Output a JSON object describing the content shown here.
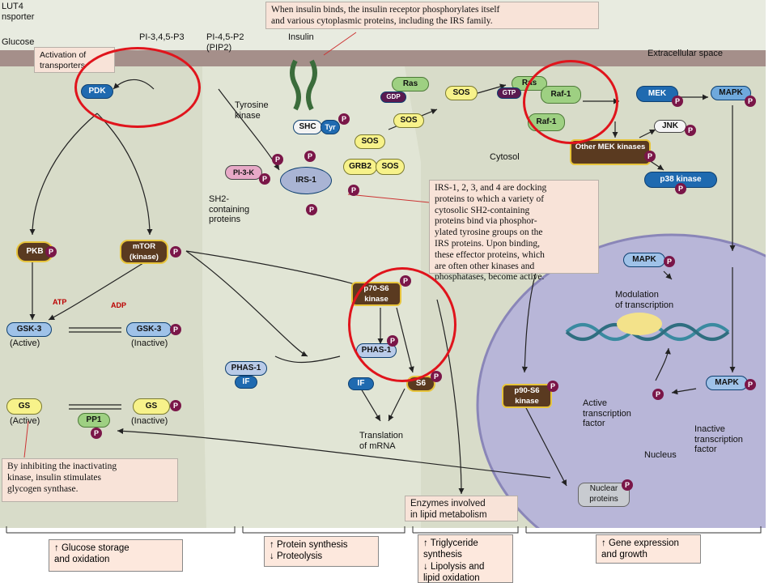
{
  "labels": {
    "glut4": "LUT4\nnsporter",
    "glucose": "Glucose",
    "pi345": "PI-3,4,5-P3",
    "pi45": "PI-4,5-P2\n(PIP2)",
    "insulin": "Insulin",
    "tyrosine_kinase": "Tyrosine\nkinase",
    "extracellular": "Extracellular space",
    "cytosol": "Cytosol",
    "nucleus": "Nucleus",
    "sh2": "SH2-\ncontaining\nproteins",
    "modulation": "Modulation\nof transcription",
    "active_tf": "Active\ntranscription\nfactor",
    "inactive_tf": "Inactive\ntranscription\nfactor",
    "translation": "Translation\nof mRNA",
    "gsk3_active": "(Active)",
    "gsk3_inactive": "(Inactive)",
    "gs_active": "(Active)",
    "gs_inactive": "(Inactive)",
    "atp": "ATP",
    "adp": "ADP"
  },
  "callouts": {
    "activation": "Activation of\ntransporters",
    "insulin_binds": "When insulin binds, the insulin receptor phosphorylates itself\nand various cytoplasmic proteins, including the IRS family.",
    "irs": "IRS-1, 2, 3, and 4 are docking\nproteins to which a variety of\ncytosolic SH2-containing\nproteins bind via phosphor-\nylated tyrosine groups on the\nIRS proteins. Upon binding,\nthese effector proteins, which\nare often other kinases and\nphosphatases, become active.",
    "glycogen": "By inhibiting the inactivating\nkinase, insulin stimulates\nglycogen synthase.",
    "enzymes": "Enzymes involved\nin lipid metabolism"
  },
  "nodes": {
    "pdk": "PDK",
    "ras": "Ras",
    "ras2": "Ras",
    "gdp": "GDP",
    "gtp": "GTP",
    "sos": "SOS",
    "raf1": "Raf-1",
    "raf1b": "Raf-1",
    "mek": "MEK",
    "mapk": "MAPK",
    "jnk": "JNK",
    "other_mek": "Other\nMEK kinases",
    "p38": "p38 kinase",
    "shc": "SHC",
    "tyr": "Tyr",
    "grb2": "GRB2",
    "pi3k": "PI-3-K",
    "irs1": "IRS-1",
    "pkb": "PKB",
    "mtor": "mTOR\n(kinase)",
    "p70s6": "p70-S6\nkinase",
    "phas1": "PHAS-1",
    "phas1b": "PHAS-1",
    "if": "IF",
    "if2": "IF",
    "s6": "S6",
    "gsk3": "GSK-3",
    "gsk3b": "GSK-3",
    "gs": "GS",
    "gs2": "GS",
    "pp1": "PP1",
    "mapk_n1": "MAPK",
    "mapk_n2": "MAPK",
    "p90s6": "p90-S6\nkinase",
    "nuclear": "Nuclear\nproteins",
    "p": "P"
  },
  "outcomes": [
    "↑ Glucose storage\n   and oxidation",
    "↑ Protein synthesis\n↓ Proteolysis",
    "↑ Triglyceride\n   synthesis\n↓ Lipolysis and\n   lipid oxidation",
    "↑ Gene expression\n   and growth"
  ],
  "colors": {
    "membrane": "#a58f8a",
    "cytosol_bg": "#d8dcc9",
    "nucleus": "#b8b6d8",
    "highlight": "#e0141c",
    "kinase_blue": "#1f6ab0",
    "phosphate": "#7a1648"
  }
}
